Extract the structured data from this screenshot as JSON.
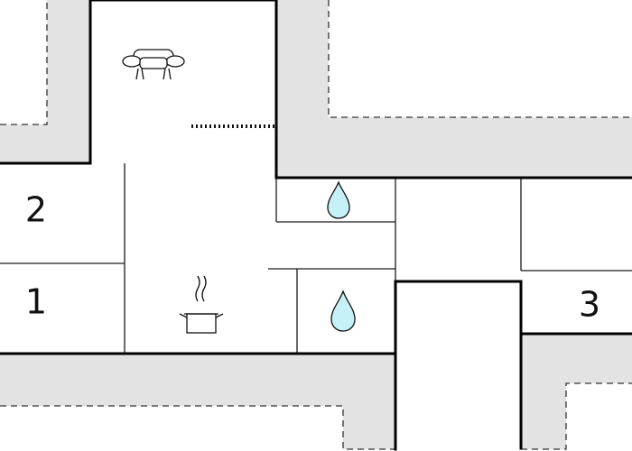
{
  "floorplan": {
    "rooms": [
      {
        "key": "bedroom-2",
        "label": "2"
      },
      {
        "key": "bedroom-1",
        "label": "1"
      },
      {
        "key": "bedroom-3",
        "label": "3"
      }
    ],
    "icons": {
      "living_room": "sofa-icon",
      "kitchen": "cooking-pot-icon",
      "bathroom": "water-drop-icon",
      "toilet": "water-drop-icon"
    },
    "colors": {
      "exterior": "#e3e3e3",
      "wall": "#000000",
      "water": "#c6f1f6"
    }
  }
}
